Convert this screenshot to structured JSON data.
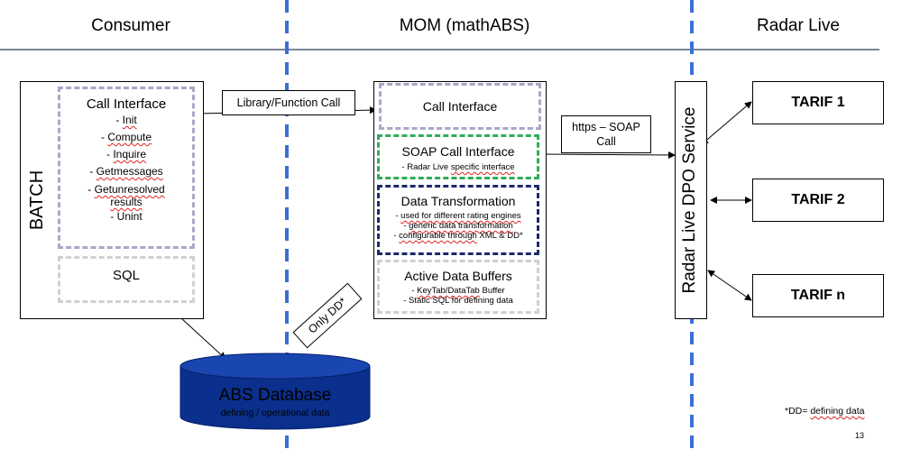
{
  "headers": {
    "consumer": "Consumer",
    "mom": "MOM (mathABS)",
    "radar": "Radar Live"
  },
  "colors": {
    "blue_dash": "#3a6fd8",
    "green": "#2eae56",
    "navy": "#1b2a6b",
    "gray_dash": "#a8a8c8",
    "db_fill": "#0a2f8c"
  },
  "consumer": {
    "batch_label": "BATCH",
    "call_interface_title": "Call Interface",
    "items": [
      "- Init",
      "- Compute",
      "- Inquire",
      "- Getmessages",
      "- Getunresolved results",
      "- Unint"
    ],
    "sql_label": "SQL"
  },
  "links": {
    "library_call": "Library/Function Call",
    "https_soap": "https – SOAP Call",
    "only_dd": "Only DD*"
  },
  "mom": {
    "call_interface": "Call Interface",
    "soap_title": "SOAP Call Interface",
    "soap_sub": "- Radar Live specific interface",
    "dt_title": "Data Transformation",
    "dt_items": [
      "- used for different rating engines",
      "- generic data transformation",
      "- configurable through XML & DD*"
    ],
    "adb_title": "Active Data Buffers",
    "adb_items": [
      "- KeyTab/DataTab Buffer",
      "- Static SQL for defining data"
    ]
  },
  "radar": {
    "service_label": "Radar Live DPO Service",
    "tarifs": [
      "TARIF 1",
      "TARIF 2",
      "TARIF n"
    ]
  },
  "database": {
    "title": "ABS Database",
    "subtitle": "defining / operational data"
  },
  "footnote": "*DD= defining data",
  "page_number": "13"
}
